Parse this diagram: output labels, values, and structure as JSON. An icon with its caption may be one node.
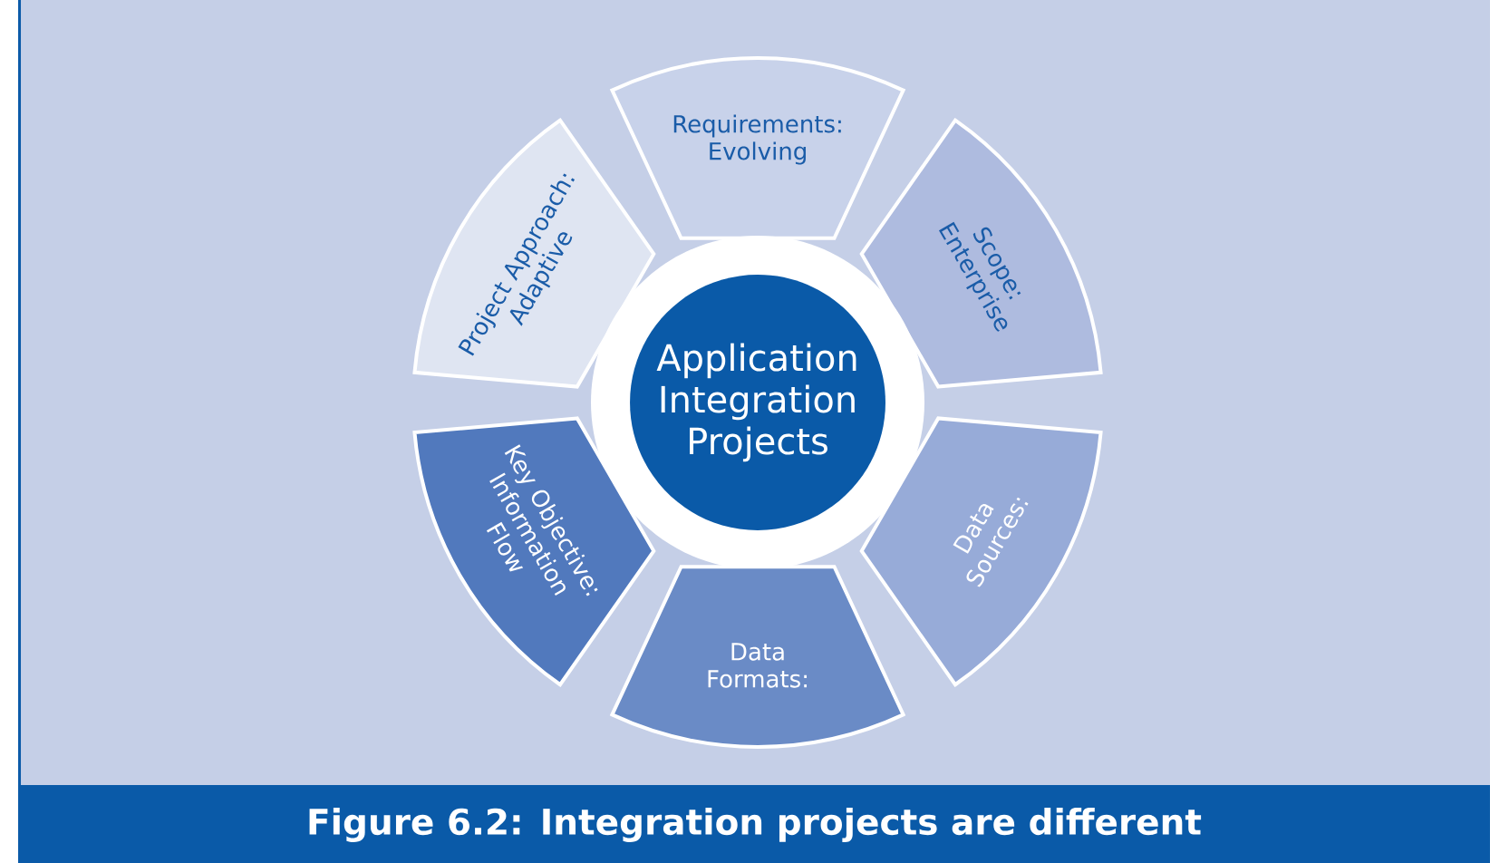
{
  "diagram": {
    "caption": "Figure 6.2: Integration projects are different",
    "nodes": [
      {
        "text": [
          "Requirements: Evolving"
        ]
      },
      {
        "text": [
          "Project Approach: Adaptive"
        ]
      },
      {
        "text": [
          "Scope: Enterprise"
        ]
      },
      {
        "text": [
          "Application Integration Projects"
        ]
      },
      {
        "text": [
          "Key Objective: Information Flow"
        ]
      },
      {
        "text": [
          "Data Sources:"
        ]
      },
      {
        "text": [
          "Data Formats:"
        ]
      }
    ]
  }
}
